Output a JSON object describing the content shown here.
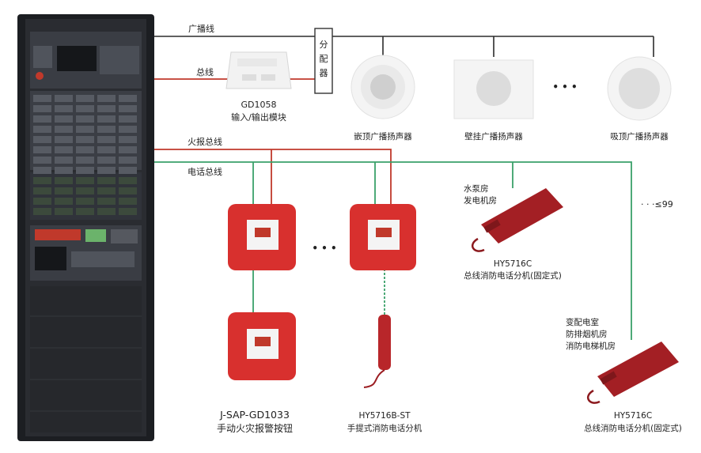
{
  "wires": {
    "broadcast": "广播线",
    "bus": "总线",
    "fire_bus": "火报总线",
    "phone_bus": "电话总线"
  },
  "distributor": "分配器",
  "module": {
    "model": "GD1058",
    "name": "输入/输出模块"
  },
  "speakers": {
    "ceiling_embedded": "嵌顶广播扬声器",
    "wall_mounted": "壁挂广播扬声器",
    "ceiling_suction": "吸顶广播扬声器",
    "ellipsis": "• • •"
  },
  "alarm_button": {
    "model": "J-SAP-GD1033",
    "name": "手动火灾报警按钮",
    "ellipsis": "• • •"
  },
  "handheld_phone": {
    "model": "HY5716B-ST",
    "name": "手提式消防电话分机"
  },
  "fixed_phone_1": {
    "rooms": [
      "水泵房",
      "发电机房"
    ],
    "model": "HY5716C",
    "name": "总线消防电话分机(固定式)"
  },
  "fixed_phone_2": {
    "rooms": [
      "变配电室",
      "防排烟机房",
      "消防电梯机房"
    ],
    "model": "HY5716C",
    "name": "总线消防电话分机(固定式)"
  },
  "capacity": "· · ·≤99",
  "colors": {
    "broadcast": "#2b2b2b",
    "fire": "#c0392b",
    "phone": "#3aa06a",
    "device_red": "#d8302e"
  }
}
